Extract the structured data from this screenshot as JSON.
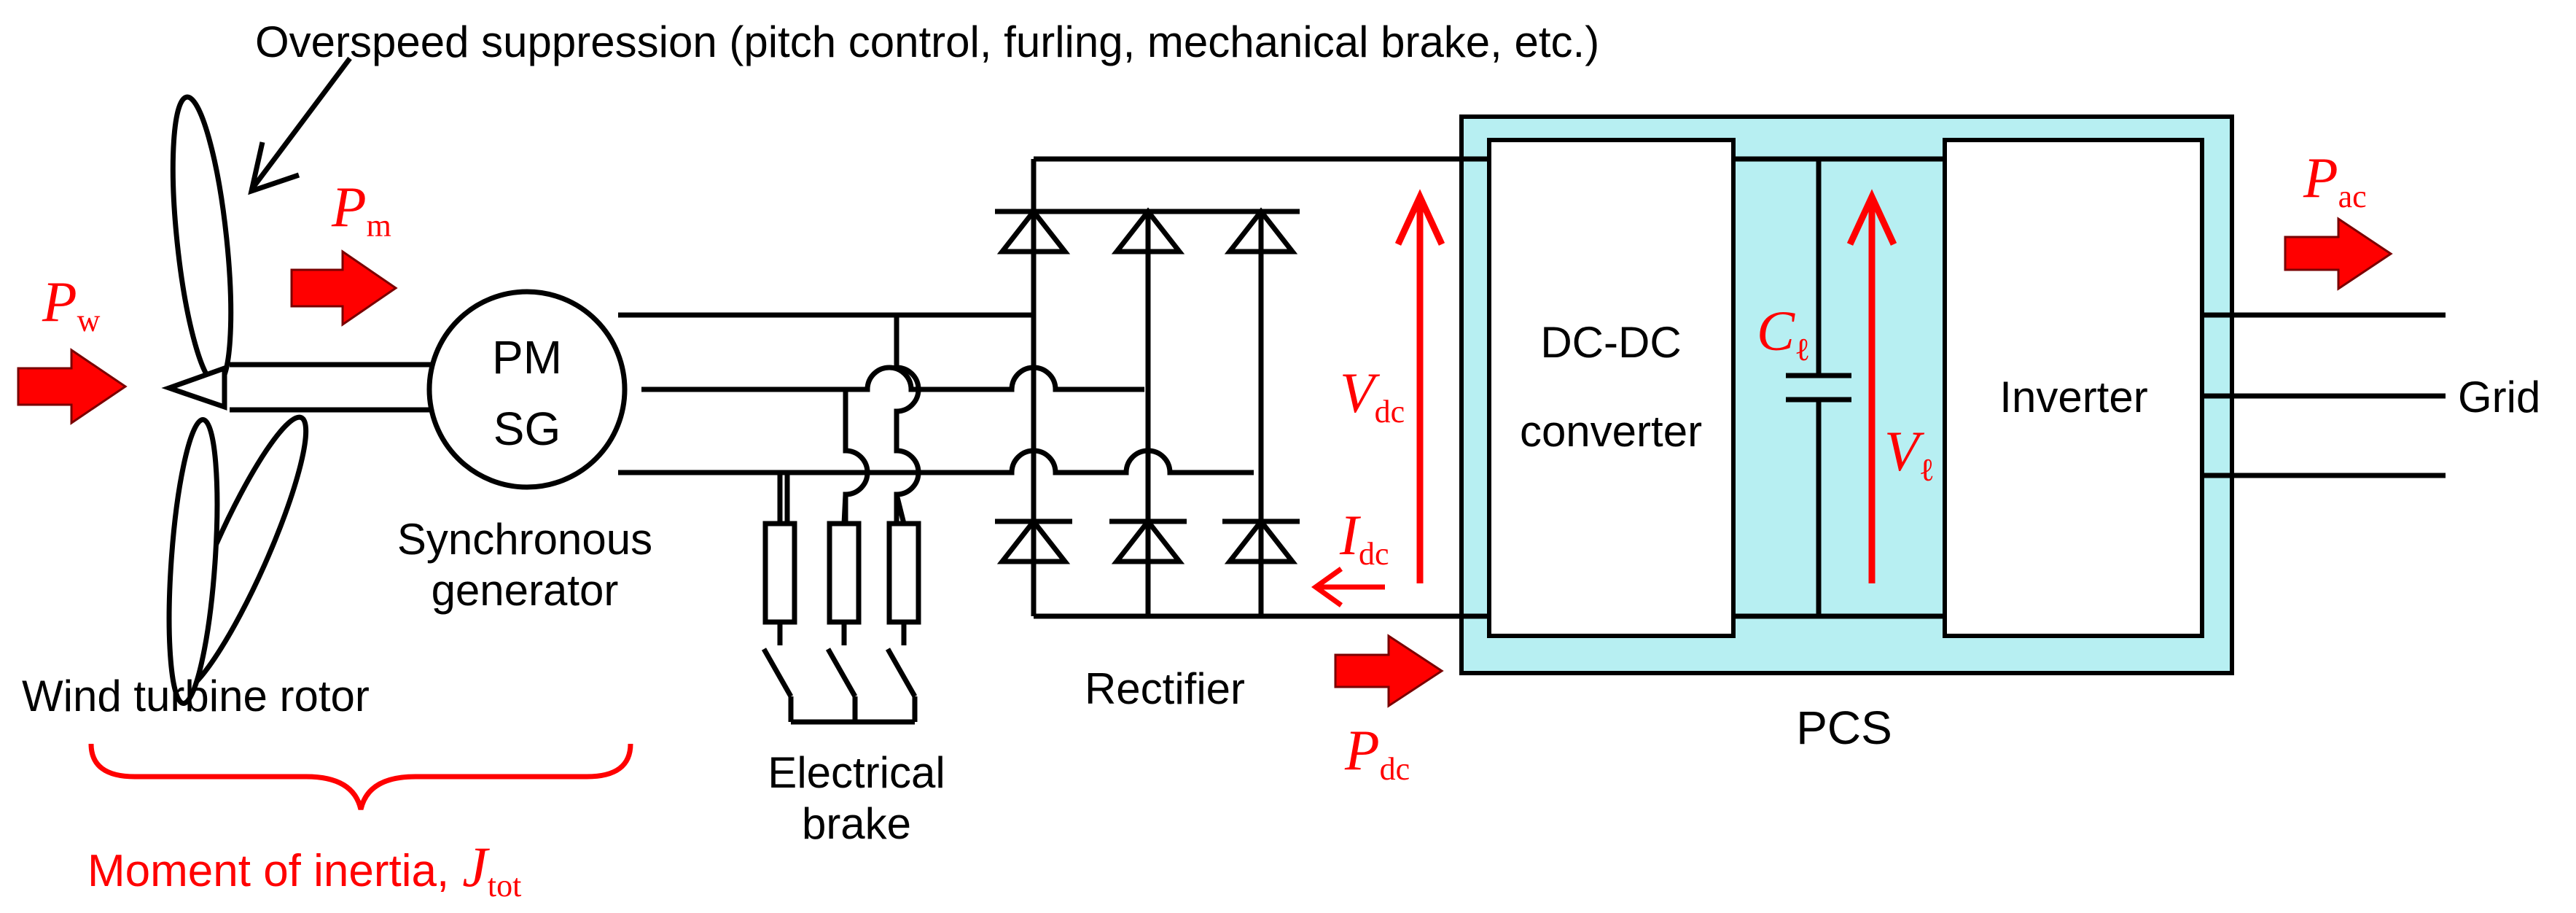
{
  "colors": {
    "accent_red": "#ff0000",
    "pcs_fill": "#b7eff2",
    "line": "#000000",
    "background": "#ffffff"
  },
  "labels": {
    "overspeed": "Overspeed suppression (pitch control, furling, mechanical brake, etc.)",
    "pmsg_line1": "PM",
    "pmsg_line2": "SG",
    "sync_gen_line1": "Synchronous",
    "sync_gen_line2": "generator",
    "wind_rotor": "Wind turbine rotor",
    "elec_brake_line1": "Electrical",
    "elec_brake_line2": "brake",
    "rectifier": "Rectifier",
    "dcdc_line1": "DC-DC",
    "dcdc_line2": "converter",
    "inverter": "Inverter",
    "grid": "Grid",
    "pcs": "PCS",
    "moment_of_inertia": "Moment of inertia,"
  },
  "symbols": {
    "pw": {
      "main": "P",
      "sub": "w"
    },
    "pm": {
      "main": "P",
      "sub": "m"
    },
    "pac": {
      "main": "P",
      "sub": "ac"
    },
    "pdc": {
      "main": "P",
      "sub": "dc"
    },
    "vdc": {
      "main": "V",
      "sub": "dc"
    },
    "idc": {
      "main": "I",
      "sub": "dc"
    },
    "cl": {
      "main": "C",
      "sub": "ℓ"
    },
    "vl": {
      "main": "V",
      "sub": "ℓ"
    },
    "jtot": {
      "main": "J",
      "sub": "tot"
    }
  }
}
